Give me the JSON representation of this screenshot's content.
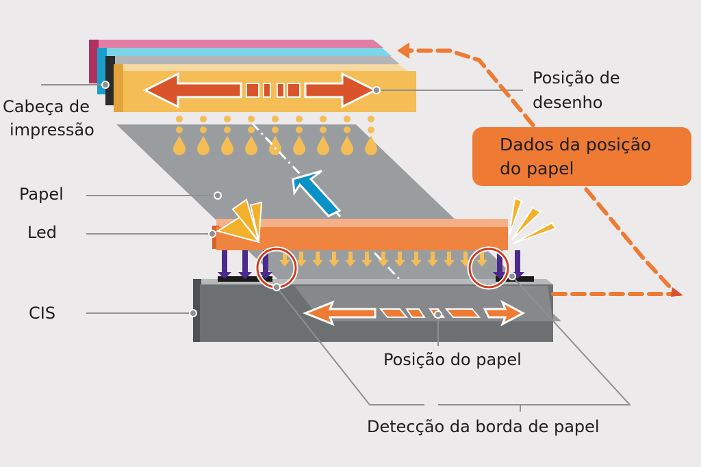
{
  "diagram": {
    "labels": {
      "print_head": [
        "Cabeça de",
        "impressão"
      ],
      "draw_position": [
        "Posição de",
        "desenho"
      ],
      "paper_position_data": [
        "Dados da posição",
        "do papel"
      ],
      "paper": "Papel",
      "led": "Led",
      "cis": "CIS",
      "paper_position": "Posição do papel",
      "paper_edge_detection": "Detecção da borda de papel"
    },
    "colors": {
      "background": "#eceaeb",
      "magenta_head": "#e07fa6",
      "cyan_head": "#7fd3e6",
      "black_head": "#b0b2b4",
      "yellow_head": "#f4bd55",
      "arrow_red": "#d9542a",
      "paper_gray": "#9a9d9f",
      "led_orange": "#ee8440",
      "cis_gray": "#6d7073",
      "light_purple": "#4b2a8a",
      "flow_orange": "#ee7a34",
      "feed_arrow_blue": "#0a92c7",
      "detect_ring": "#d33b20"
    }
  }
}
